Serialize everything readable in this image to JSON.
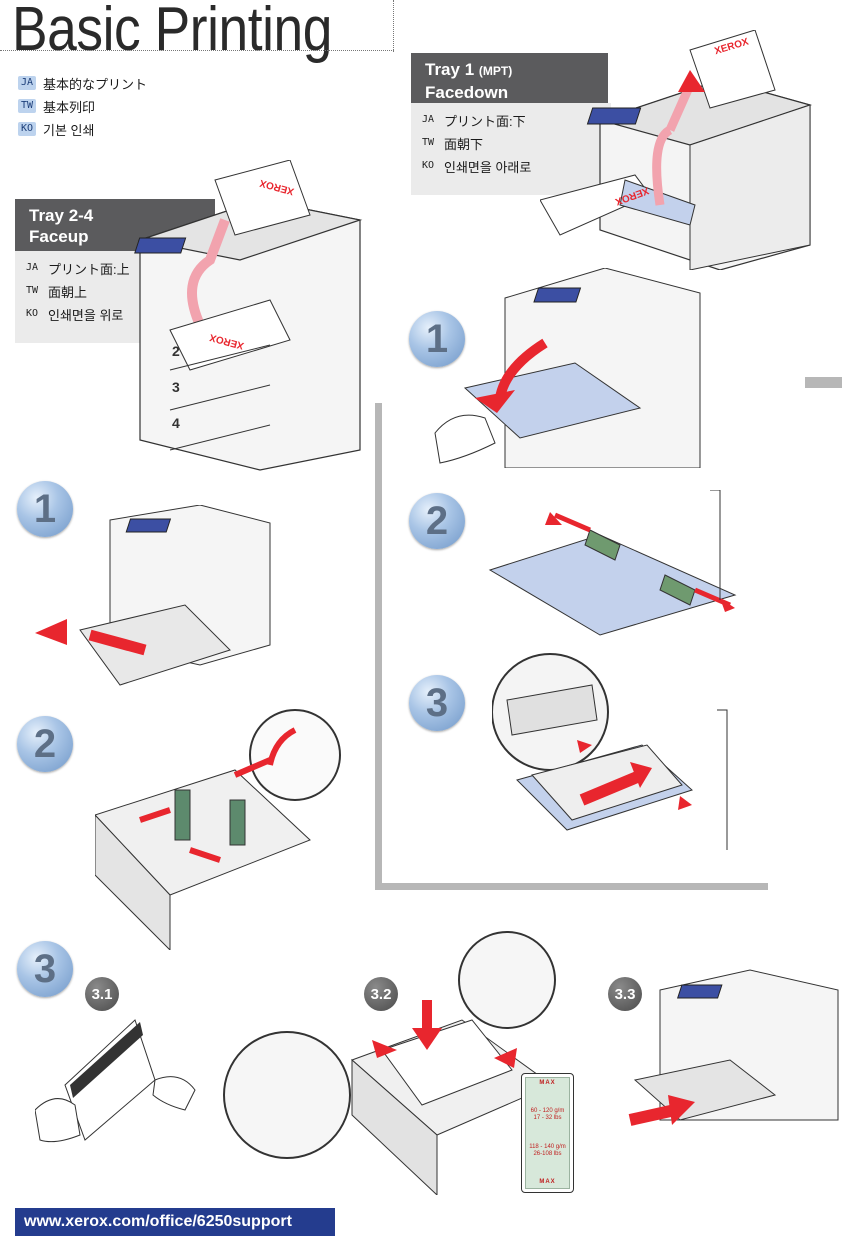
{
  "title": "Basic Printing",
  "languages_top": [
    {
      "code": "JA",
      "text": "基本的なプリント"
    },
    {
      "code": "TW",
      "text": "基本列印"
    },
    {
      "code": "KO",
      "text": "기본 인쇄"
    }
  ],
  "tray1": {
    "name": "Tray 1",
    "sub": "(MPT)",
    "mode": "Facedown",
    "languages": [
      {
        "code": "JA",
        "text": "プリント面:下"
      },
      {
        "code": "TW",
        "text": "面朝下"
      },
      {
        "code": "KO",
        "text": "인쇄면을 아래로"
      }
    ],
    "steps": [
      "1",
      "2",
      "3"
    ]
  },
  "tray24": {
    "name": "Tray 2-4",
    "mode": "Faceup",
    "languages": [
      {
        "code": "JA",
        "text": "プリント面:上"
      },
      {
        "code": "TW",
        "text": "面朝上"
      },
      {
        "code": "KO",
        "text": "인쇄면을 위로"
      }
    ],
    "steps": [
      "1",
      "2",
      "3"
    ],
    "substeps": [
      "3.1",
      "3.2",
      "3.3"
    ]
  },
  "printer_labels": {
    "brand": "XEROX",
    "tray_numbers": [
      "2",
      "3",
      "4"
    ]
  },
  "max_label": {
    "top": "MAX",
    "line1": "60 - 120 g/m",
    "line2": "17 - 32 lbs",
    "line3": "118 - 140 g/m",
    "line4": "26-108 lbs",
    "bottom": "MAX"
  },
  "url": "www.xerox.com/office/6250support",
  "colors": {
    "accent_red": "#e8262e",
    "pink_arrow": "#f2a3ae",
    "blue_tray": "#c3d1ec",
    "tab_gray": "#5b5b5d",
    "url_blue": "#243c8e"
  }
}
